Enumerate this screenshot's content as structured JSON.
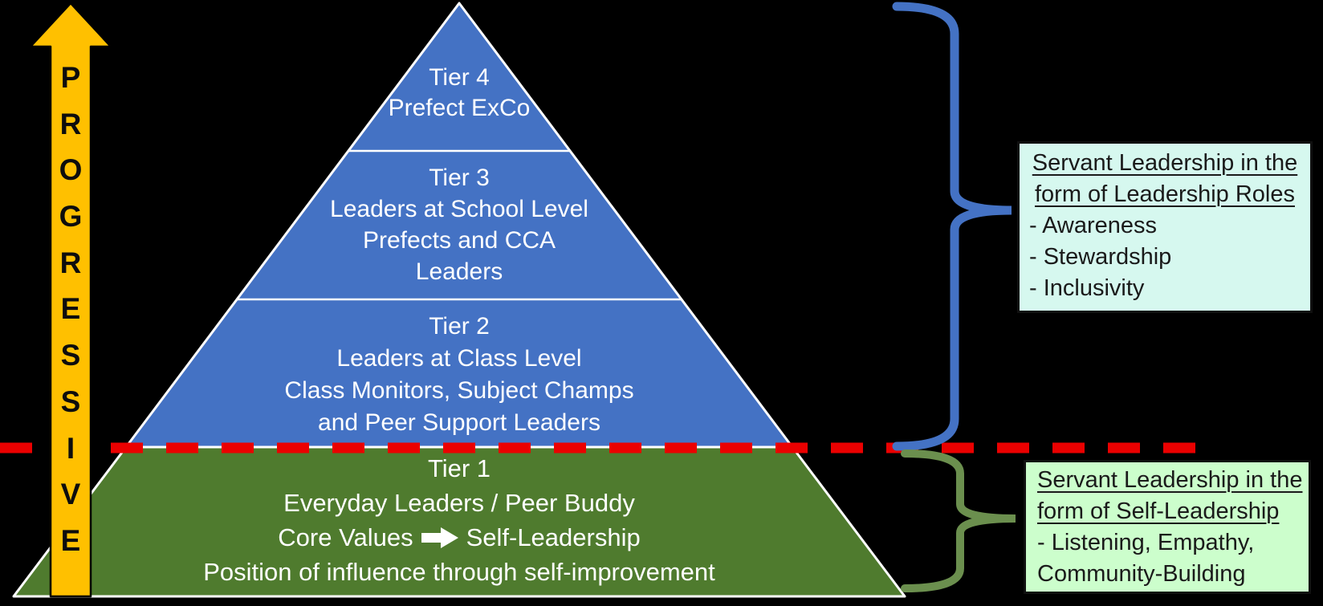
{
  "canvas": {
    "background": "#000000"
  },
  "progress_arrow": {
    "word": "PROGRESSIVE",
    "letters": [
      "P",
      "R",
      "O",
      "G",
      "R",
      "E",
      "S",
      "S",
      "I",
      "V",
      "E"
    ],
    "color": "#FFC000"
  },
  "pyramid": {
    "blue_color": "#4472C4",
    "green_color": "#4F7B2E",
    "tier4": {
      "line1": "Tier 4",
      "line2": "Prefect ExCo"
    },
    "tier3": {
      "line1": "Tier 3",
      "line2": "Leaders at School Level",
      "line3": "Prefects and CCA",
      "line4": "Leaders"
    },
    "tier2": {
      "line1": "Tier 2",
      "line2": "Leaders at Class Level",
      "line3": "Class Monitors, Subject Champs",
      "line4": "and Peer Support Leaders"
    },
    "tier1": {
      "line1": "Tier 1",
      "line2": "Everyday Leaders / Peer Buddy",
      "line3_before": "Core Values",
      "line3_after": "Self-Leadership",
      "line4": "Position of influence through self-improvement"
    }
  },
  "divider_line": {
    "color": "#EB0000"
  },
  "callout_top": {
    "title_line1": "Servant Leadership in the",
    "title_line2": "form of Leadership Roles",
    "bullet1": "- Awareness",
    "bullet2": "- Stewardship",
    "bullet3": "- Inclusivity",
    "background": "#D6F8EF",
    "brace_color": "#4472C4"
  },
  "callout_bottom": {
    "title_line1": "Servant Leadership in the",
    "title_line2": "form of Self-Leadership",
    "bullet1": "- Listening, Empathy,",
    "bullet2": "Community-Building",
    "background": "#CCFECC",
    "brace_color": "#6B8F4E"
  }
}
